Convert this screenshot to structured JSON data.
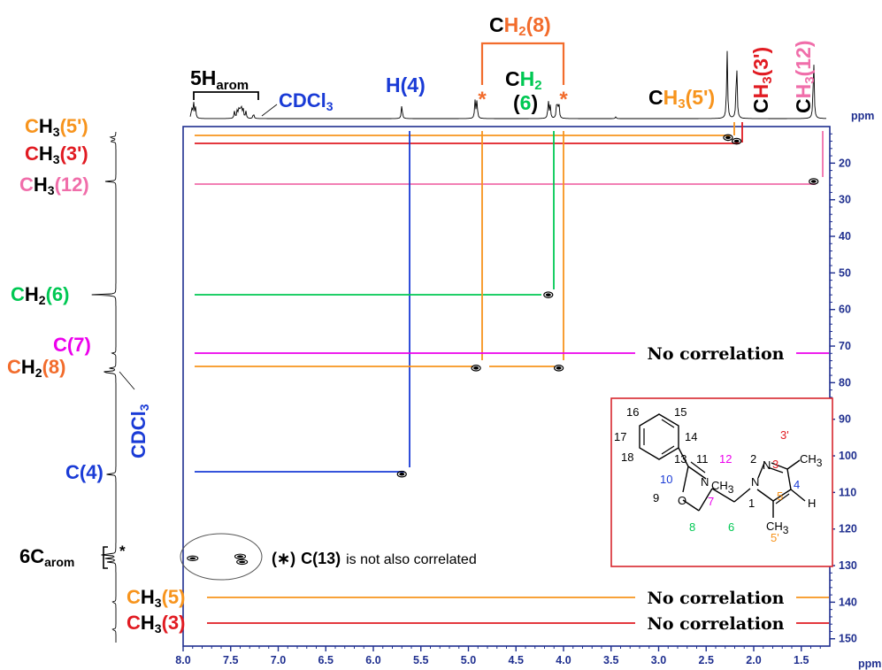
{
  "chart_data": {
    "type": "scatter",
    "title": "",
    "xlabel": "ppm",
    "ylabel": "ppm",
    "xlim": [
      8.0,
      1.2
    ],
    "ylim": [
      10,
      152
    ],
    "x_ticks": [
      "8.0",
      "7.5",
      "7.0",
      "6.5",
      "6.0",
      "5.5",
      "5.0",
      "4.5",
      "4.0",
      "3.5",
      "3.0",
      "2.5",
      "2.0",
      "1.5"
    ],
    "y_ticks": [
      "20",
      "30",
      "40",
      "50",
      "60",
      "70",
      "80",
      "90",
      "100",
      "110",
      "120",
      "130",
      "140",
      "150"
    ],
    "tick_values_x": [
      8.0,
      7.5,
      7.0,
      6.5,
      6.0,
      5.5,
      5.0,
      4.5,
      4.0,
      3.5,
      3.0,
      2.5,
      2.0,
      1.5
    ],
    "tick_values_y": [
      20,
      30,
      40,
      50,
      60,
      70,
      80,
      90,
      100,
      110,
      120,
      130,
      140,
      150
    ],
    "cross_peaks": [
      {
        "label": "CH3(5')",
        "h": 2.27,
        "c": 13.0
      },
      {
        "label": "CH3(3')",
        "h": 2.18,
        "c": 14.0
      },
      {
        "label": "CH3(12)",
        "h": 1.37,
        "c": 25.0
      },
      {
        "label": "CH2(6)",
        "h": 4.16,
        "c": 56.0
      },
      {
        "label": "CH2(8)",
        "h": 4.92,
        "c": 76.0
      },
      {
        "label": "CH2(8)",
        "h": 4.05,
        "c": 76.0
      },
      {
        "label": "C(4)",
        "h": 5.7,
        "c": 105.0
      }
    ],
    "aromatic_peaks": [
      {
        "h": 7.9,
        "c": 128.0
      },
      {
        "h": 7.4,
        "c": 127.5
      },
      {
        "h": 7.38,
        "c": 129.0
      }
    ],
    "no_correlation_text": "No correlation",
    "no_correlation_c": [
      72,
      140,
      147.5
    ],
    "proton_labels": {
      "harom_main": "5H",
      "harom_sub": "arom",
      "cdcl3": "CDCl",
      "cdcl3_sub": "3",
      "h4_h": "H",
      "h4_num": "(4)",
      "ch2_8_c": "C",
      "ch2_8_h": "H",
      "ch2_8_sub": "2",
      "ch2_8_num": "(8)",
      "ch2_6_c": "C",
      "ch2_6_h": "H",
      "ch2_6_sub": "2",
      "ch2_6_num": "(6)",
      "star": "*",
      "ch3_5p_c": "C",
      "ch3_5p_h": "H",
      "ch3_5p_sub": "3",
      "ch3_5p_num": "(5')",
      "ch3_3p_c": "C",
      "ch3_3p_h": "H",
      "ch3_3p_sub": "3",
      "ch3_3p_num": "(3')",
      "ch3_12_c": "C",
      "ch3_12_h": "H",
      "ch3_12_sub": "3",
      "ch3_12_num": "(12)"
    },
    "carbon_labels": {
      "ch3_5p_c": "C",
      "ch3_5p_h": "H",
      "ch3_5p_sub": "3",
      "ch3_5p_num": "(5')",
      "ch3_3p_c": "C",
      "ch3_3p_h": "H",
      "ch3_3p_sub": "3",
      "ch3_3p_num": "(3')",
      "ch3_12_c": "C",
      "ch3_12_h": "H",
      "ch3_12_sub": "3",
      "ch3_12_num": "(12)",
      "ch2_6_c": "C",
      "ch2_6_h": "H",
      "ch2_6_sub": "2",
      "ch2_6_num": "(6)",
      "c7_c": "C",
      "c7_num": "(7)",
      "ch2_8_c": "C",
      "ch2_8_h": "H",
      "ch2_8_sub": "2",
      "ch2_8_num": "(8)",
      "cdcl3": "CDCl",
      "cdcl3_sub": "3",
      "c4_c": "C",
      "c4_num": "(4)",
      "carom_main": "6C",
      "carom_sub": "arom",
      "star": "*",
      "ch3_5_c": "C",
      "ch3_5_h": "H",
      "ch3_5_sub": "3",
      "ch3_5_num": "(5)",
      "ch3_3_c": "C",
      "ch3_3_h": "H",
      "ch3_3_sub": "3",
      "ch3_3_num": "(3)"
    },
    "note": {
      "prefix": "(∗)",
      "bold": "C(13)",
      "rest": "is not also correlated"
    },
    "structure": {
      "n16": "16",
      "n15": "15",
      "n17": "17",
      "n14": "14",
      "n18": "18",
      "n13": "13",
      "n11": "11",
      "n10": "10",
      "n12": "12",
      "n2": "2",
      "n3": "3",
      "n3p": "3'",
      "n4": "4",
      "n9": "9",
      "n7": "7",
      "n1": "1",
      "n5": "5",
      "n5p": "5'",
      "n8": "8",
      "n6": "6",
      "N": "N",
      "O": "O",
      "H": "H",
      "ch3_c": "CH",
      "ch3_sub": "3"
    },
    "colors": {
      "axis_blue": "#1f2f8f",
      "orange": "#f7941d",
      "red": "#e11b22",
      "pink": "#f06eaa",
      "green": "#00c853",
      "magenta": "#ec00ec",
      "blue": "#1a3bd6",
      "ch2_8_orange": "#f26c2c",
      "inset_border": "#d7262d"
    }
  }
}
